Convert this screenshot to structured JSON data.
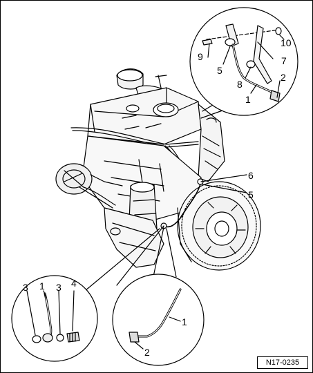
{
  "figure": {
    "reference": "N17-0235"
  },
  "callouts": {
    "top_detail": [
      "9",
      "10",
      "5",
      "7",
      "8",
      "1",
      "2"
    ],
    "main_view": [
      "6",
      "5"
    ],
    "left_detail": [
      "3",
      "1",
      "3",
      "4"
    ],
    "bottom_detail": [
      "1",
      "2"
    ]
  }
}
